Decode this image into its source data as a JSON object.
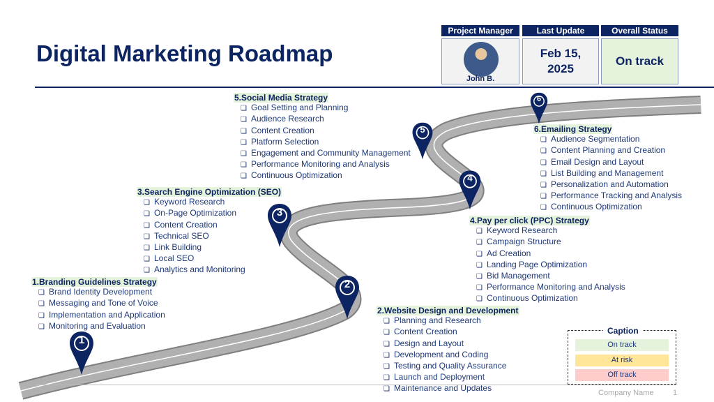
{
  "title": "Digital Marketing Roadmap",
  "header": {
    "project_manager_label": "Project Manager",
    "project_manager": "John B.",
    "last_update_label": "Last Update",
    "last_update": "Feb 15, 2025",
    "overall_status_label": "Overall Status",
    "overall_status": "On track"
  },
  "sections": [
    {
      "num": "1",
      "title": "1.Branding Guidelines Strategy",
      "items": [
        "Brand Identity Development",
        "Messaging and Tone of Voice",
        "Implementation and Application",
        "Monitoring and Evaluation"
      ]
    },
    {
      "num": "2",
      "title": "2.Website Design and Development",
      "items": [
        "Planning and Research",
        "Content Creation",
        "Design and Layout",
        "Development and Coding",
        "Testing and Quality Assurance",
        "Launch and Deployment",
        "Maintenance and Updates"
      ]
    },
    {
      "num": "3",
      "title": "3.Search Engine Optimization (SEO)",
      "items": [
        "Keyword Research",
        "On-Page Optimization",
        "Content Creation",
        "Technical SEO",
        "Link Building",
        "Local SEO",
        "Analytics and Monitoring"
      ]
    },
    {
      "num": "4",
      "title": "4.Pay per click (PPC) Strategy",
      "items": [
        "Keyword Research",
        "Campaign Structure",
        "Ad Creation",
        "Landing Page Optimization",
        "Bid Management",
        "Performance Monitoring and Analysis",
        "Continuous Optimization"
      ]
    },
    {
      "num": "5",
      "title": "5.Social Media Strategy",
      "items": [
        "Goal Setting and Planning",
        "Audience Research",
        "Content Creation",
        "Platform Selection",
        "Engagement and Community Management",
        "Performance Monitoring and Analysis",
        "Continuous Optimization"
      ]
    },
    {
      "num": "6",
      "title": "6.Emailing Strategy",
      "items": [
        "Audience Segmentation",
        "Content Planning and Creation",
        "Email Design and Layout",
        "List Building and Management",
        "Personalization and Automation",
        "Performance Tracking and Analysis",
        "Continuous Optimization"
      ]
    }
  ],
  "caption": {
    "title": "Caption",
    "items": [
      {
        "label": "On track",
        "color": "#e6f3dc"
      },
      {
        "label": "At risk",
        "color": "#ffe699"
      },
      {
        "label": "Off track",
        "color": "#ffcccc"
      }
    ]
  },
  "footer": {
    "company": "Company Name",
    "page": "1"
  },
  "colors": {
    "navy": "#0c2461",
    "road": "#a6a6a6"
  }
}
